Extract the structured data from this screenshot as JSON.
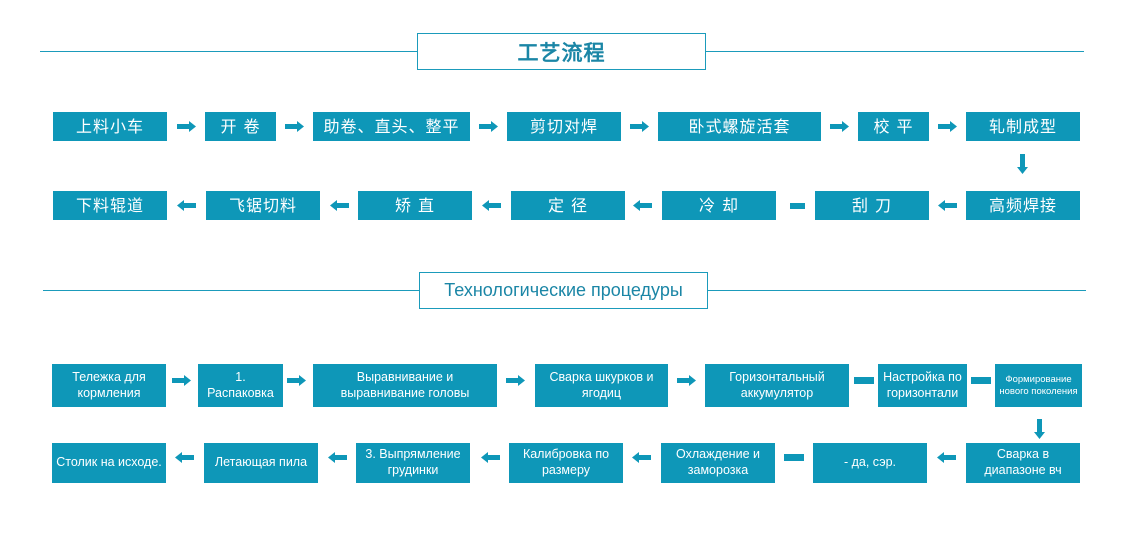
{
  "colors": {
    "box": "#0e97b8",
    "line": "#1b9bbb",
    "title_text": "#1b86a6",
    "box_text": "#ffffff"
  },
  "cn": {
    "title": "工艺流程",
    "row1": [
      "上料小车",
      "开 卷",
      "助卷、直头、整平",
      "剪切对焊",
      "卧式螺旋活套",
      "校 平",
      "轧制成型"
    ],
    "row2": [
      "高频焊接",
      "刮 刀",
      "冷 却",
      "定 径",
      "矫 直",
      "飞锯切料",
      "下料辊道"
    ]
  },
  "ru": {
    "title": "Технологические процедуры",
    "row1": [
      "Тележка для кормления",
      "1. Распаковка",
      "Выравнивание и выравнивание головы",
      "Сварка шкурков и ягодиц",
      "Горизонтальный аккумулятор",
      "Настройка по горизонтали",
      "Формирование нового поколения"
    ],
    "row2": [
      "Сварка в диапазоне вч",
      "- да, сэр.",
      "Охлаждение и заморозка",
      "Калибровка по размеру",
      "3. Выпрямление грудинки",
      "Летающая пила",
      "Столик на исходе."
    ]
  },
  "icons": {
    "right": "arrow-right-icon",
    "left": "arrow-left-icon",
    "down": "arrow-down-icon",
    "dash": "dash-icon"
  }
}
